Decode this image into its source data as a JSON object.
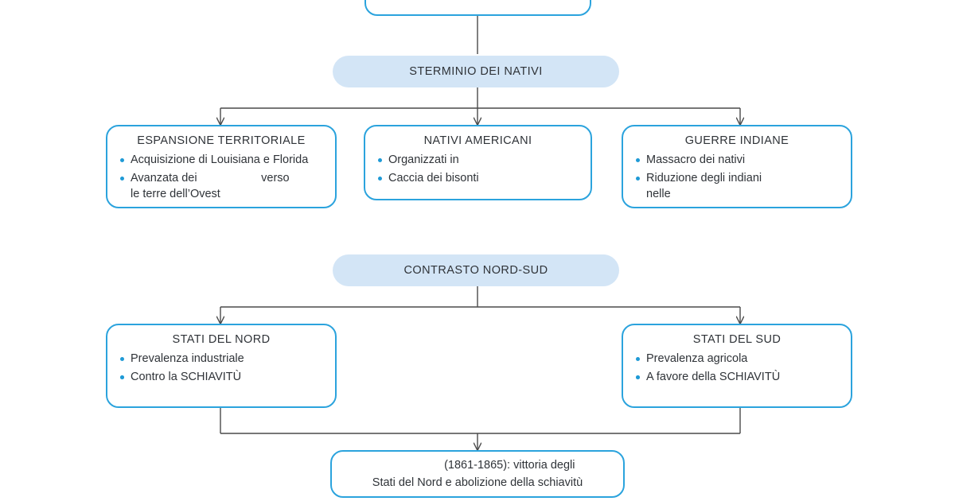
{
  "theme": {
    "pill_fill": "#d3e5f6",
    "card_border": "#2ba3dd",
    "bullet_color": "#1f9ad6",
    "text_color": "#2f3338",
    "connector_color": "#4a4a4a",
    "page_background": "#ffffff"
  },
  "diagram": {
    "type": "flowchart",
    "language": "it",
    "clipped_top_node": {
      "note": "partially visible box cut off by top edge of screenshot",
      "text": ""
    },
    "sections": [
      {
        "id": "sterminio",
        "header": "STERMINIO DEI NATIVI",
        "children": [
          {
            "id": "espansione-territoriale",
            "title": "ESPANSIONE TERRITORIALE",
            "bullets": [
              "Acquisizione di Louisiana e Florida",
              "Avanzata dei                    verso\nle terre dell’Ovest"
            ]
          },
          {
            "id": "nativi-americani",
            "title": "NATIVI AMERICANI",
            "bullets": [
              "Organizzati in",
              "Caccia dei bisonti"
            ]
          },
          {
            "id": "guerre-indiane",
            "title": "GUERRE INDIANE",
            "bullets": [
              "Massacro dei nativi",
              "Riduzione degli indiani\nnelle"
            ]
          }
        ]
      },
      {
        "id": "contrasto",
        "header": "CONTRASTO NORD-SUD",
        "children": [
          {
            "id": "stati-del-nord",
            "title": "STATI DEL NORD",
            "bullets": [
              "Prevalenza industriale",
              "",
              "Contro la SCHIAVITÙ"
            ]
          },
          {
            "id": "stati-del-sud",
            "title": "STATI DEL SUD",
            "bullets": [
              "Prevalenza agricola",
              "",
              "A favore della SCHIAVITÙ"
            ]
          }
        ],
        "outcome": {
          "id": "guerra-civile",
          "lines": [
            "                    (1861-1865): vittoria degli",
            "Stati del Nord e abolizione della schiavitù"
          ]
        }
      }
    ]
  }
}
